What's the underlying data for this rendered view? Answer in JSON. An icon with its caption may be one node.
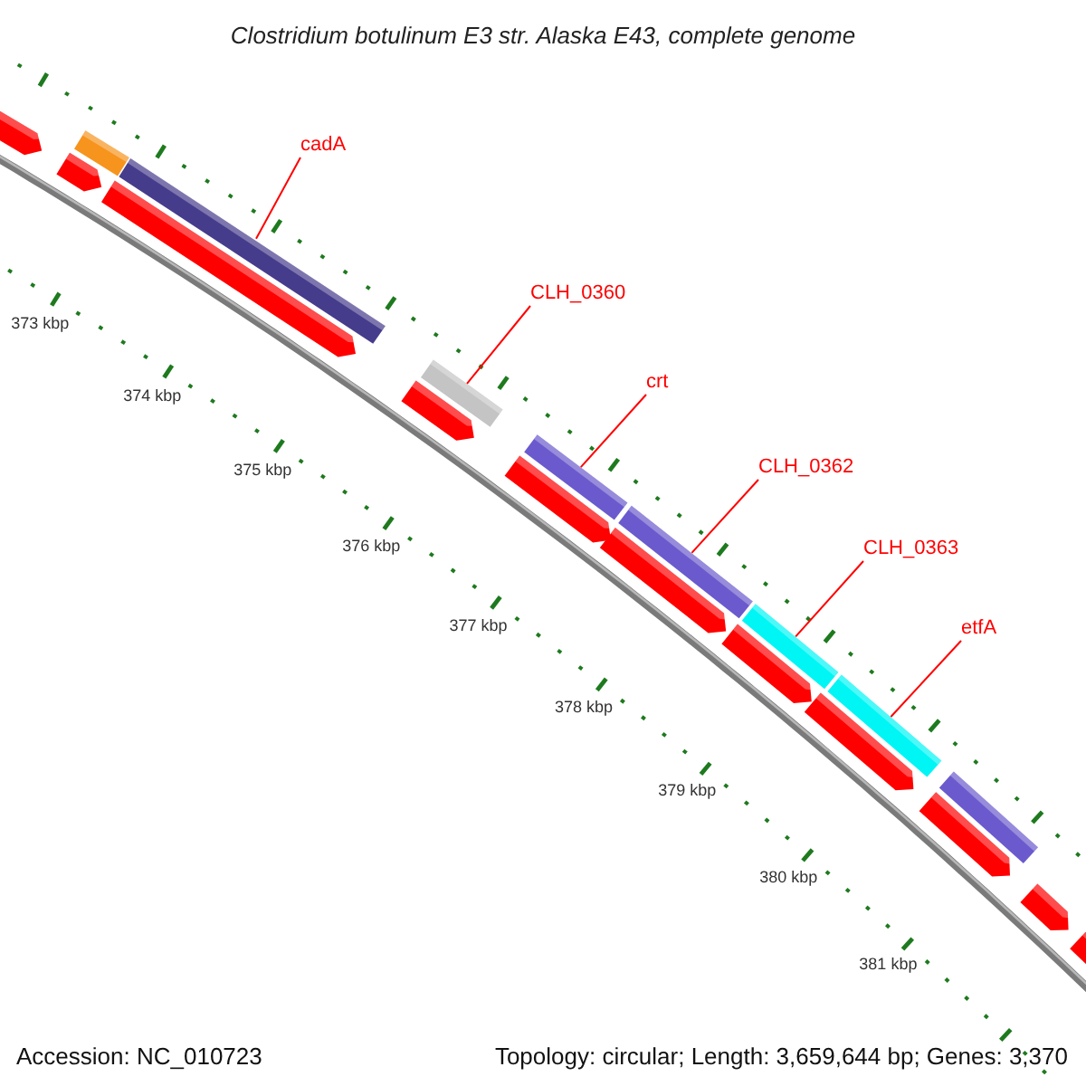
{
  "diagram": {
    "title": "Clostridium botulinum E3 str. Alaska E43, complete genome",
    "nodes": [
      {
        "text": [
          "cadA"
        ]
      },
      {
        "text": [],
        "shape": "bar"
      },
      {
        "text": [
          "CLH_0360"
        ]
      },
      {
        "text": [],
        "shape": "bar"
      },
      {
        "text": [
          "crt"
        ]
      },
      {
        "text": [],
        "shape": "bar"
      },
      {
        "text": [
          "CLH_0362"
        ]
      },
      {
        "text": [],
        "shape": "bar"
      },
      {
        "text": [
          "CLH_0363"
        ]
      },
      {
        "text": [],
        "shape": "bar"
      },
      {
        "text": [
          "etfA"
        ]
      },
      {
        "text": [],
        "shape": "bar"
      },
      {
        "text": [],
        "shape": "bar"
      },
      {
        "text": [],
        "shape": "bar"
      },
      {
        "text": [],
        "shape": "arrow"
      },
      {
        "text": [],
        "shape": "arrow"
      },
      {
        "text": [],
        "shape": "arrow"
      },
      {
        "text": [],
        "shape": "arrow"
      },
      {
        "text": [],
        "shape": "arrow"
      },
      {
        "text": [],
        "shape": "arrow"
      },
      {
        "text": [],
        "shape": "arrow"
      },
      {
        "text": [],
        "shape": "arrow"
      },
      {
        "text": [],
        "shape": "arrow"
      },
      {
        "text": [],
        "shape": "arrow"
      },
      {
        "text": [],
        "shape": "arrow"
      }
    ],
    "edges": [
      {
        "from": 0,
        "to": 1,
        "arrow": "none"
      },
      {
        "from": 2,
        "to": 3,
        "arrow": "none"
      },
      {
        "from": 4,
        "to": 5,
        "arrow": "none"
      },
      {
        "from": 6,
        "to": 7,
        "arrow": "none"
      },
      {
        "from": 8,
        "to": 9,
        "arrow": "none"
      },
      {
        "from": 10,
        "to": 11,
        "arrow": "none"
      }
    ],
    "labels": [
      "373 kbp",
      "374 kbp",
      "375 kbp",
      "376 kbp",
      "377 kbp",
      "378 kbp",
      "379 kbp",
      "380 kbp",
      "381 kbp",
      "Accession: NC_010723",
      "Topology: circular; Length: 3,659,644 bp; Genes: 3,370"
    ]
  }
}
